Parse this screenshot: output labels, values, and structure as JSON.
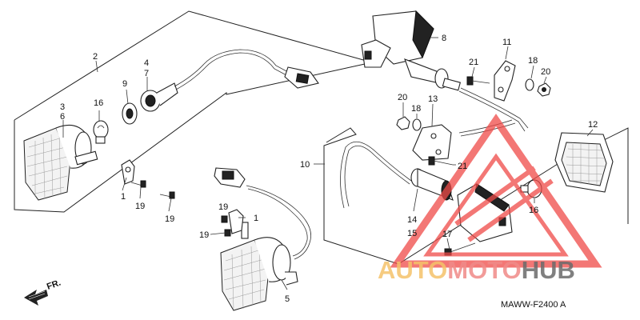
{
  "callouts": [
    "1",
    "1",
    "2",
    "3",
    "4",
    "5",
    "6",
    "7",
    "8",
    "9",
    "10",
    "11",
    "12",
    "13",
    "14",
    "15",
    "16",
    "16",
    "17",
    "18",
    "18",
    "19",
    "19",
    "19",
    "19",
    "20",
    "20",
    "21",
    "21"
  ],
  "drawing_code": "MAWW-F2400 A",
  "front_marker": "FR.",
  "watermark": {
    "brand_a": "AUTO",
    "brand_b": "MOTO",
    "brand_c": "HUB",
    "color_a": "#f5c36a",
    "color_b": "#f08a88",
    "color_c": "#6b6b6b"
  },
  "colors": {
    "line": "#222222",
    "triangle": "#ef4a48"
  },
  "icons": [
    "arrow-left-icon"
  ]
}
